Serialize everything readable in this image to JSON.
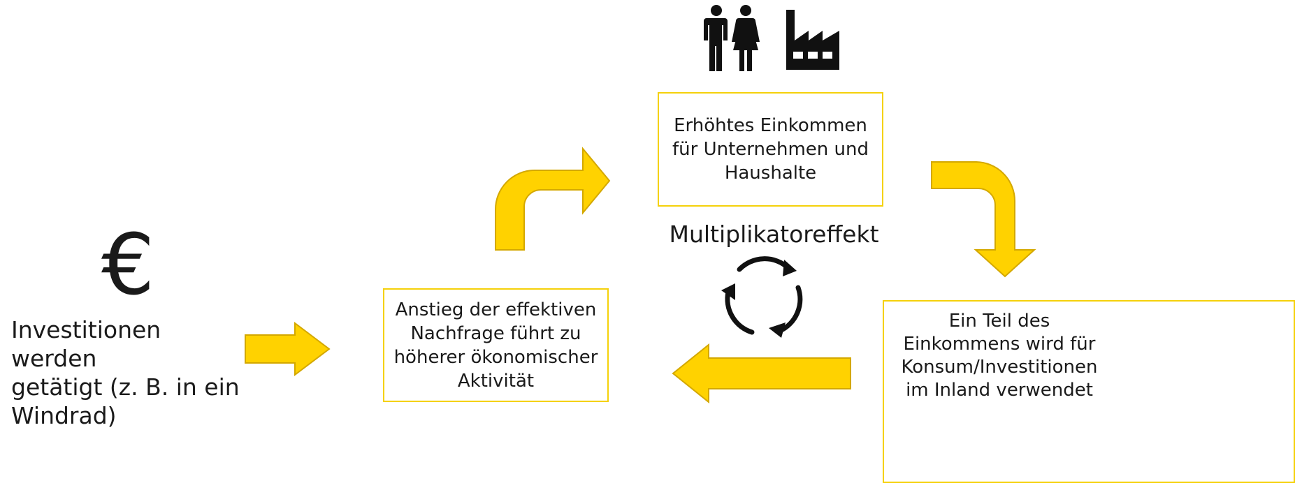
{
  "diagram": {
    "title": "Multiplikatoreffekt",
    "currency_symbol": "€",
    "intro_text": "Investitionen werden\ngetätigt (z. B. in ein\nWindrad)",
    "boxes": [
      {
        "id": "demand",
        "text": "Anstieg der effektiven\nNachfrage führt zu\nhöherer ökonomischer\nAktivität"
      },
      {
        "id": "income",
        "text": "Erhöhtes Einkommen\nfür Unternehmen und\nHaushalte"
      },
      {
        "id": "spending",
        "text": "Ein Teil des\nEinkommens wird für\nKonsum/Investitionen\nim Inland verwendet"
      }
    ],
    "icons": [
      "people-icon",
      "factory-icon",
      "euro-icon",
      "cycle-arrows-icon"
    ],
    "colors": {
      "arrow_fill": "#ffd200",
      "arrow_stroke": "#d4a800",
      "box_border": "#f5d10a",
      "text": "#1a1a1a"
    }
  }
}
